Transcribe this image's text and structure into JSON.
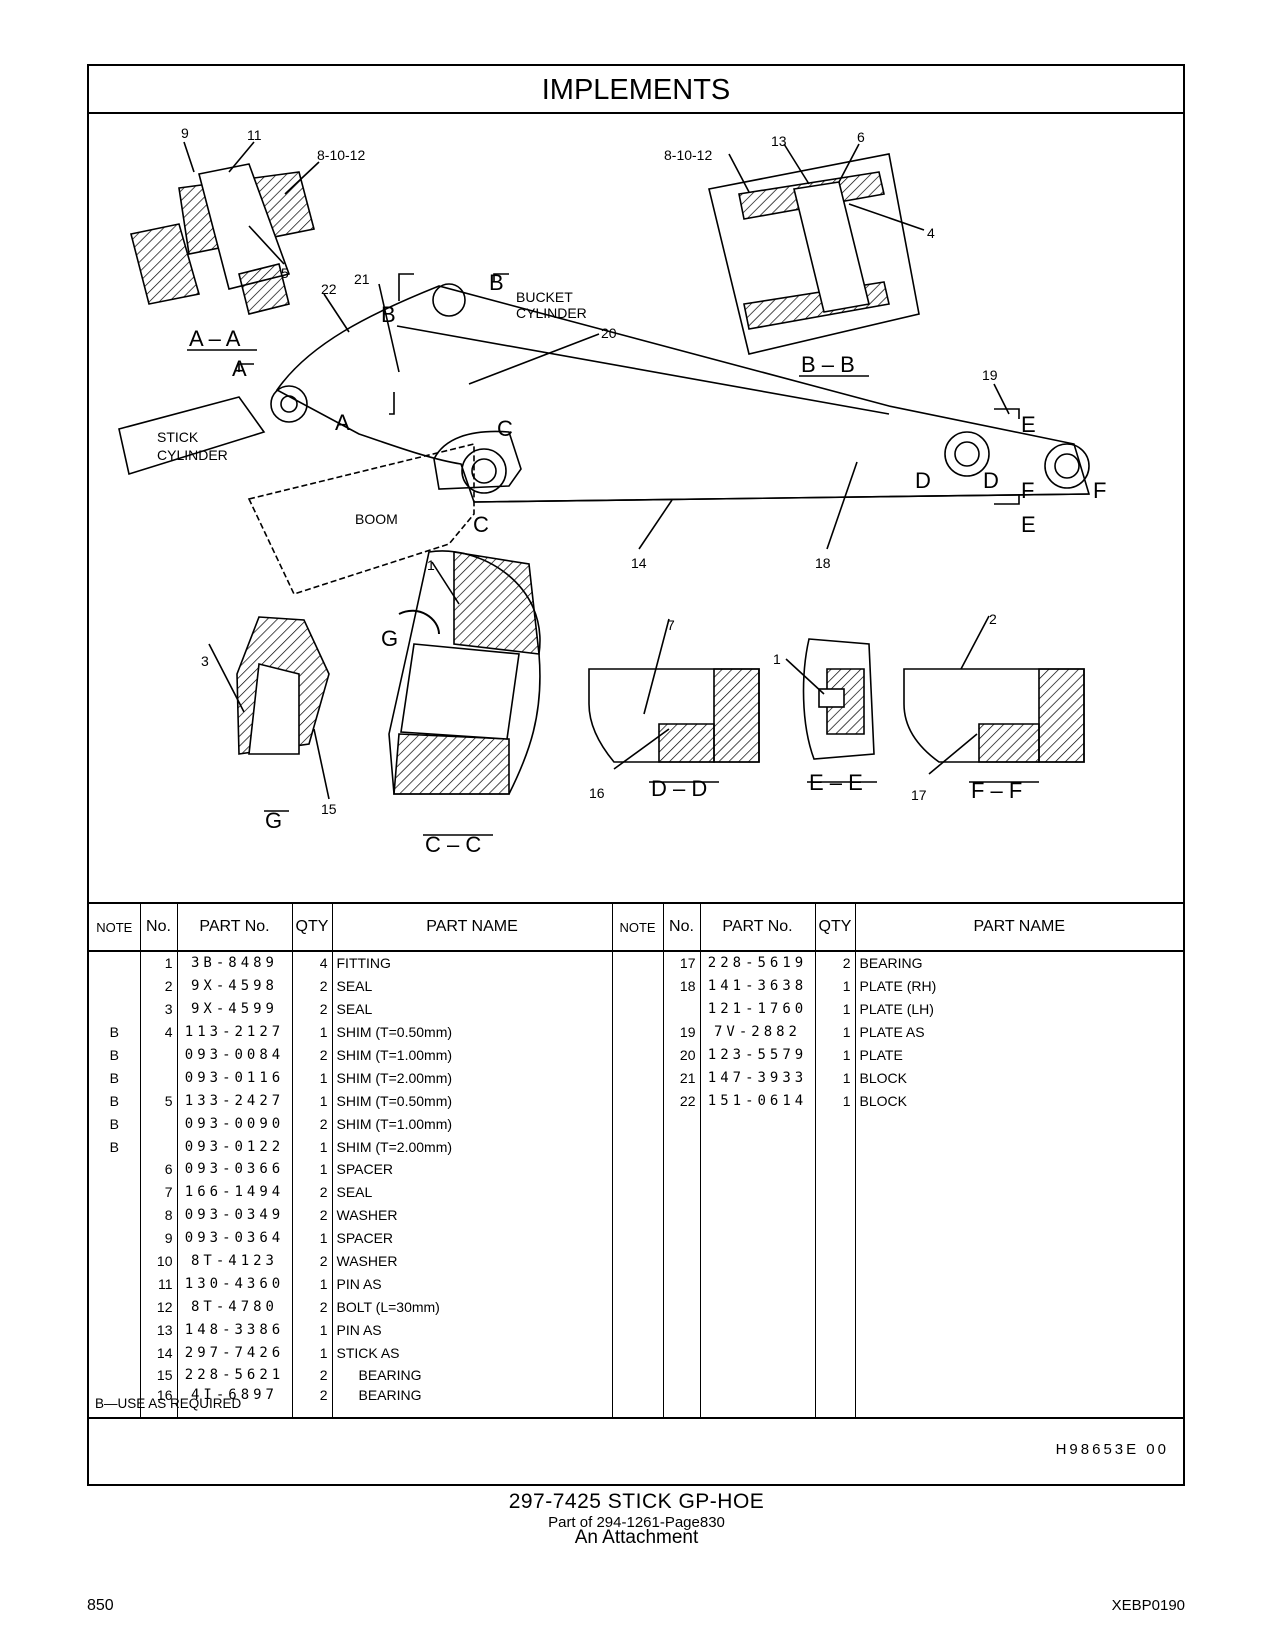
{
  "header": {
    "title": "IMPLEMENTS"
  },
  "diagram": {
    "labels": {
      "n9": "9",
      "n11": "11",
      "n81012a": "8-10-12",
      "n5": "5",
      "aa": "A – A",
      "n81012b": "8-10-12",
      "n13": "13",
      "n6": "6",
      "n4": "4",
      "bb": "B – B",
      "n22": "22",
      "n21": "21",
      "b1": "B",
      "b2": "B",
      "bucket1": "BUCKET",
      "bucket2": "CYLINDER",
      "n20": "20",
      "a1": "A",
      "a2": "A",
      "stick1": "STICK",
      "stick2": "CYLINDER",
      "c1": "C",
      "c2": "C",
      "boom": "BOOM",
      "n14": "14",
      "n18": "18",
      "n19": "19",
      "e1": "E",
      "e2": "E",
      "d1": "D",
      "d2": "D",
      "f1": "F",
      "f2": "F",
      "n1a": "1",
      "n3": "3",
      "g1": "G",
      "g2": "G",
      "n15": "15",
      "cc": "C – C",
      "n7": "7",
      "n16": "16",
      "dd": "D – D",
      "n1b": "1",
      "ee": "E – E",
      "n2": "2",
      "n17": "17",
      "ff": "F – F"
    }
  },
  "table": {
    "headers": {
      "note": "NOTE",
      "no": "No.",
      "part_no": "PART No.",
      "qty": "QTY",
      "part_name": "PART NAME"
    },
    "left": [
      {
        "note": "",
        "no": "1",
        "part_no": "3B-8489",
        "qty": "4",
        "name": "FITTING"
      },
      {
        "note": "",
        "no": "2",
        "part_no": "9X-4598",
        "qty": "2",
        "name": "SEAL"
      },
      {
        "note": "",
        "no": "3",
        "part_no": "9X-4599",
        "qty": "2",
        "name": "SEAL"
      },
      {
        "note": "B",
        "no": "4",
        "part_no": "113-2127",
        "qty": "1",
        "name": "SHIM (T=0.50mm)"
      },
      {
        "note": "B",
        "no": "",
        "part_no": "093-0084",
        "qty": "2",
        "name": "SHIM (T=1.00mm)"
      },
      {
        "note": "B",
        "no": "",
        "part_no": "093-0116",
        "qty": "1",
        "name": "SHIM (T=2.00mm)"
      },
      {
        "note": "B",
        "no": "5",
        "part_no": "133-2427",
        "qty": "1",
        "name": "SHIM (T=0.50mm)"
      },
      {
        "note": "B",
        "no": "",
        "part_no": "093-0090",
        "qty": "2",
        "name": "SHIM (T=1.00mm)"
      },
      {
        "note": "B",
        "no": "",
        "part_no": "093-0122",
        "qty": "1",
        "name": "SHIM (T=2.00mm)"
      },
      {
        "note": "",
        "no": "6",
        "part_no": "093-0366",
        "qty": "1",
        "name": "SPACER"
      },
      {
        "note": "",
        "no": "7",
        "part_no": "166-1494",
        "qty": "2",
        "name": "SEAL"
      },
      {
        "note": "",
        "no": "8",
        "part_no": "093-0349",
        "qty": "2",
        "name": "WASHER"
      },
      {
        "note": "",
        "no": "9",
        "part_no": "093-0364",
        "qty": "1",
        "name": "SPACER"
      },
      {
        "note": "",
        "no": "10",
        "part_no": "8T-4123",
        "qty": "2",
        "name": "WASHER"
      },
      {
        "note": "",
        "no": "11",
        "part_no": "130-4360",
        "qty": "1",
        "name": "PIN AS"
      },
      {
        "note": "",
        "no": "12",
        "part_no": "8T-4780",
        "qty": "2",
        "name": "BOLT (L=30mm)"
      },
      {
        "note": "",
        "no": "13",
        "part_no": "148-3386",
        "qty": "1",
        "name": "PIN AS"
      },
      {
        "note": "",
        "no": "14",
        "part_no": "297-7426",
        "qty": "1",
        "name": "STICK AS"
      },
      {
        "note": "",
        "no": "15",
        "part_no": "228-5621",
        "qty": "2",
        "name": "BEARING",
        "sub": true
      },
      {
        "note": "",
        "no": "16",
        "part_no": "4I-6897",
        "qty": "2",
        "name": "BEARING",
        "sub": true
      }
    ],
    "right": [
      {
        "note": "",
        "no": "17",
        "part_no": "228-5619",
        "qty": "2",
        "name": "BEARING"
      },
      {
        "note": "",
        "no": "18",
        "part_no": "141-3638",
        "qty": "1",
        "name": "PLATE (RH)"
      },
      {
        "note": "",
        "no": "",
        "part_no": "121-1760",
        "qty": "1",
        "name": "PLATE (LH)"
      },
      {
        "note": "",
        "no": "19",
        "part_no": "7V-2882",
        "qty": "1",
        "name": "PLATE AS"
      },
      {
        "note": "",
        "no": "20",
        "part_no": "123-5579",
        "qty": "1",
        "name": "PLATE"
      },
      {
        "note": "",
        "no": "21",
        "part_no": "147-3933",
        "qty": "1",
        "name": "BLOCK"
      },
      {
        "note": "",
        "no": "22",
        "part_no": "151-0614",
        "qty": "1",
        "name": "BLOCK"
      }
    ]
  },
  "footnote": "B—USE AS REQUIRED",
  "drawing_number": "H98653E 00",
  "caption": {
    "line1": "297-7425 STICK GP-HOE",
    "line2": "Part of 294-1261-Page830",
    "line3": "An Attachment"
  },
  "page": {
    "number": "850",
    "doc_id": "XEBP0190"
  }
}
